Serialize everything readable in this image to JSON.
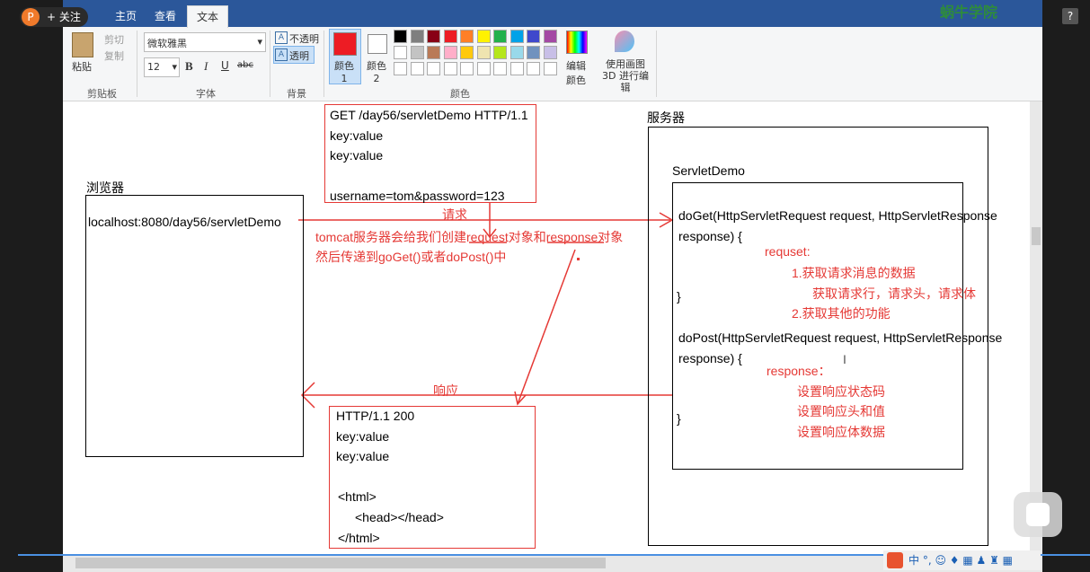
{
  "overlay": {
    "follow_label": "+ 关注",
    "avatar_glyph": "P",
    "logo_text": "蜗牛学院",
    "help_glyph": "?"
  },
  "ribbon": {
    "tabs": [
      "主页",
      "查看",
      "文本"
    ],
    "clipboard": {
      "paste": "粘贴",
      "cut": "剪切",
      "copy": "复制",
      "group": "剪贴板"
    },
    "font": {
      "family": "微软雅黑",
      "size": "12",
      "bold": "B",
      "italic": "I",
      "underline": "U",
      "strike": "abc",
      "group": "字体"
    },
    "background": {
      "opaque": "不透明",
      "transparent": "透明",
      "group": "背景"
    },
    "colors": {
      "color1": "颜色 1",
      "color2": "颜色 2",
      "edit": "编辑颜色",
      "paint3d": "使用画图 3D 进行编辑",
      "group": "颜色"
    }
  },
  "palette_colors": [
    "#000000",
    "#7f7f7f",
    "#880015",
    "#ed1c24",
    "#ff7f27",
    "#fff200",
    "#22b14c",
    "#00a2e8",
    "#3f48cc",
    "#a349a4",
    "#ffffff",
    "#c3c3c3",
    "#b97a57",
    "#ffaec9",
    "#ffc90e",
    "#efe4b0",
    "#b5e61d",
    "#99d9ea",
    "#7092be",
    "#c8bfe7"
  ],
  "canvas": {
    "request_box": [
      "GET /day56/servletDemo HTTP/1.1",
      "key:value",
      "key:value",
      "",
      "username=tom&password=123"
    ],
    "browser_label": "浏览器",
    "browser_url": "localhost:8080/day56/servletDemo",
    "request_arrow_label": "请求",
    "tomcat_note_1": "tomcat服务器会给我们创建request对象和response对象",
    "tomcat_note_2": "然后传递到goGet()或者doPost()中",
    "server_label": "服务器",
    "servlet_label": "ServletDemo",
    "doget_1": "doGet(HttpServletRequest request, HttpServletResponse",
    "doget_2": "response) {",
    "request_title": "requset:",
    "request_item_1": "1.获取请求消息的数据",
    "request_item_1b": "获取请求行，请求头，请求体",
    "request_item_2": "2.获取其他的功能",
    "close_1": "}",
    "dopost_1": "doPost(HttpServletRequest request, HttpServletResponse",
    "dopost_2": "response) {",
    "response_title": "response：",
    "response_item_1": "设置响应状态码",
    "response_item_2": "设置响应头和值",
    "response_item_3": "设置响应体数据",
    "close_2": "}",
    "response_arrow_label": "响应",
    "response_box": [
      "HTTP/1.1 200",
      "key:value",
      "key:value",
      "",
      "<html>",
      "<head></head>",
      "</html>"
    ]
  },
  "colors": {
    "accent_red": "#e53935",
    "ribbon_blue": "#2b579a"
  }
}
